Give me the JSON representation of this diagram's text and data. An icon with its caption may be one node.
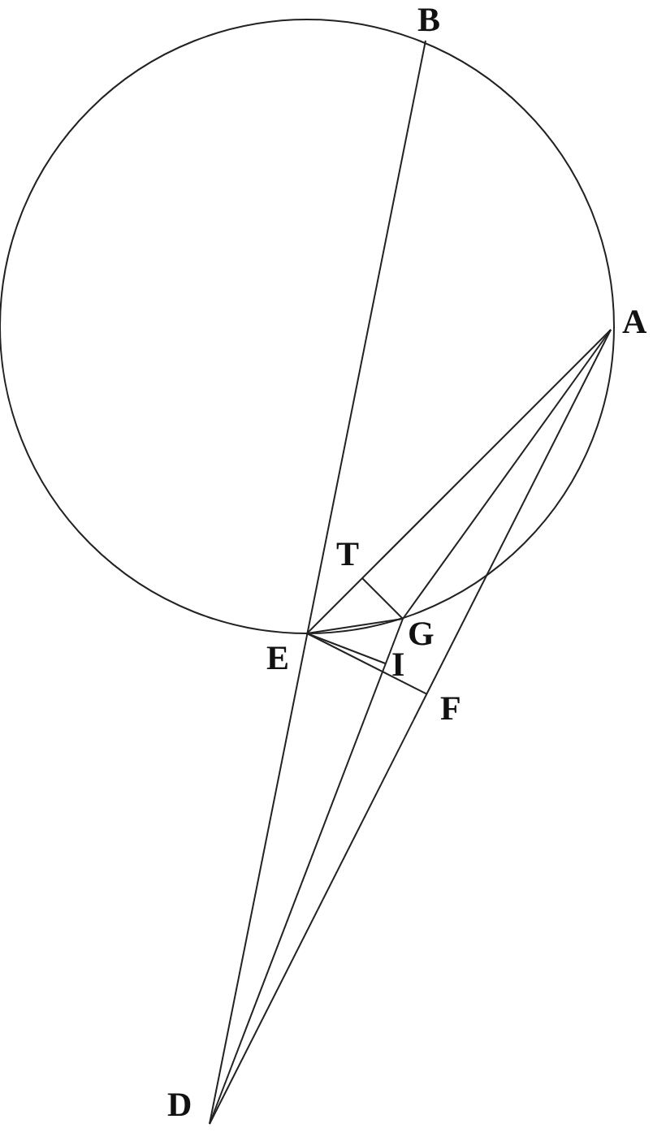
{
  "diagram": {
    "labels": [
      "B",
      "A",
      "T",
      "G",
      "E",
      "I",
      "F",
      "D"
    ]
  }
}
